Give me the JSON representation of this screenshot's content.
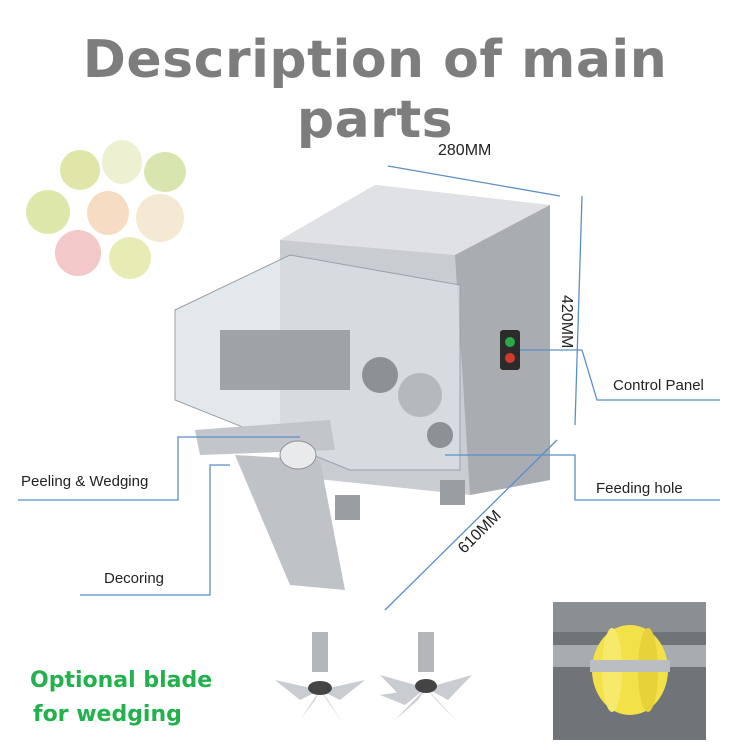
{
  "title": "Description of main parts",
  "dimensions": {
    "width": "280MM",
    "height": "420MM",
    "depth": "610MM"
  },
  "labels": {
    "control_panel": "Control Panel",
    "feeding_hole": "Feeding hole",
    "peeling_wedging": "Peeling & Wedging",
    "decoring": "Decoring"
  },
  "optional": {
    "line1": "Optional blade",
    "line2": "for wedging"
  },
  "colors": {
    "title": "#7d7d7d",
    "callout_line": "#5b8fc7",
    "optional_text": "#22b14c"
  }
}
